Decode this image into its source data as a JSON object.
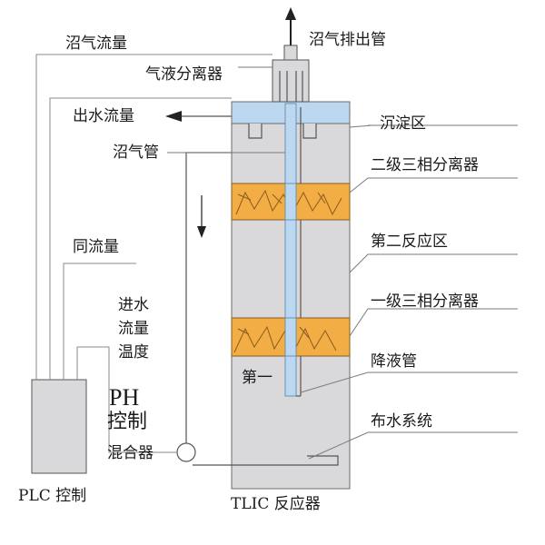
{
  "labels": {
    "biogas_exhaust_pipe": "沼气排出管",
    "biogas_flow": "沼气流量",
    "gas_liquid_separator": "气液分离器",
    "outlet_flow": "出水流量",
    "biogas_pipe": "沼气管",
    "settling_zone": "沉淀区",
    "secondary_three_phase_separator": "二级三相分离器",
    "second_reaction_zone": "第二反应区",
    "primary_three_phase_separator": "一级三相分离器",
    "downcomer": "降液管",
    "first_zone": "第一",
    "water_distribution_system": "布水系统",
    "same_flow": "同流量",
    "inlet_label": "进水",
    "flow_label": "流量",
    "temperature_label": "温度",
    "ph_label": "PH",
    "control_label": "控制",
    "mixer": "混合器",
    "plc_control": "PLC 控制",
    "tlic_reactor": "TLIC 反应器"
  },
  "colors": {
    "reactor_body": "#d9d9db",
    "water_top": "#bcd8f0",
    "separator_fill": "#f2ad45",
    "separator_line": "#8a5a20",
    "pipe_blue": "#bcd8f0",
    "outline": "#555555",
    "leader": "#7a7a7a"
  }
}
